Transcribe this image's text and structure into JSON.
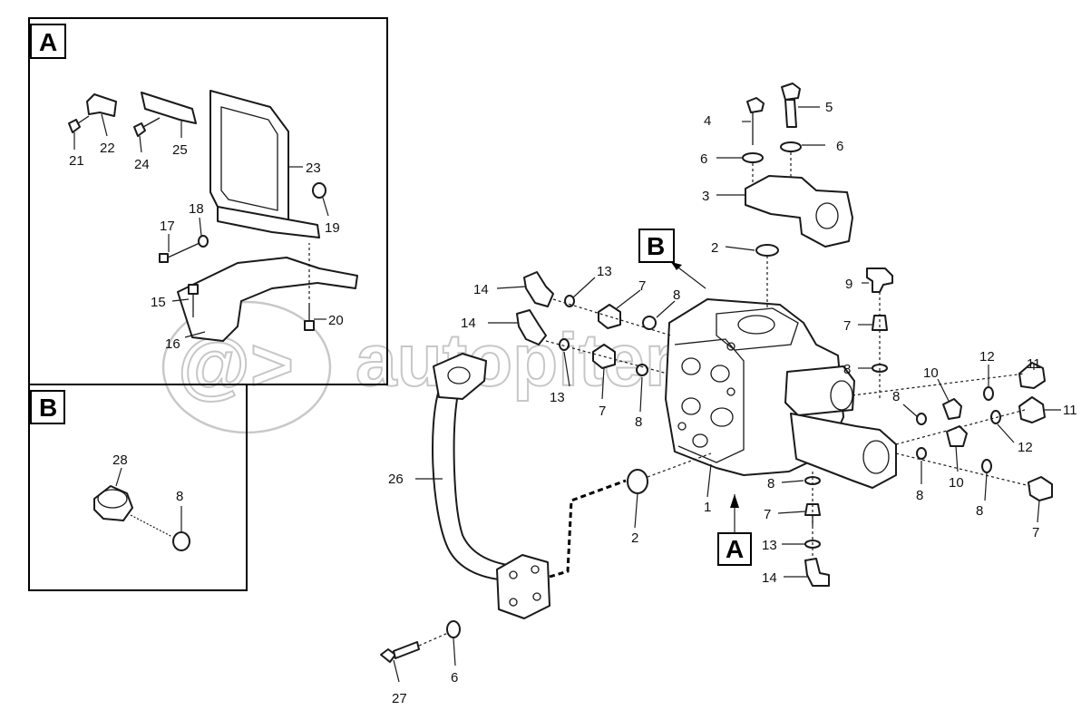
{
  "diagram": {
    "watermark": "autopiter.ru",
    "insets": [
      {
        "id": "A",
        "label": "A"
      },
      {
        "id": "B",
        "label": "B"
      }
    ],
    "callouts": {
      "a": "A",
      "b": "B"
    },
    "labels": {
      "n1": "1",
      "n2a": "2",
      "n2b": "2",
      "n3": "3",
      "n4": "4",
      "n5": "5",
      "n6a": "6",
      "n6b": "6",
      "n6c": "6",
      "n7a": "7",
      "n7b": "7",
      "n7c": "7",
      "n7d": "7",
      "n7e": "7",
      "n8a": "8",
      "n8b": "8",
      "n8c": "8",
      "n8d": "8",
      "n8e": "8",
      "n8f": "8",
      "n8g": "8",
      "n8h": "8",
      "n9": "9",
      "n10a": "10",
      "n10b": "10",
      "n11a": "11",
      "n11b": "11",
      "n12a": "12",
      "n12b": "12",
      "n13a": "13",
      "n13b": "13",
      "n13c": "13",
      "n14a": "14",
      "n14b": "14",
      "n14c": "14",
      "n15": "15",
      "n16": "16",
      "n17": "17",
      "n18": "18",
      "n19": "19",
      "n20": "20",
      "n21": "21",
      "n22": "22",
      "n23": "23",
      "n24": "24",
      "n25": "25",
      "n26": "26",
      "n27": "27",
      "n28": "28"
    }
  }
}
